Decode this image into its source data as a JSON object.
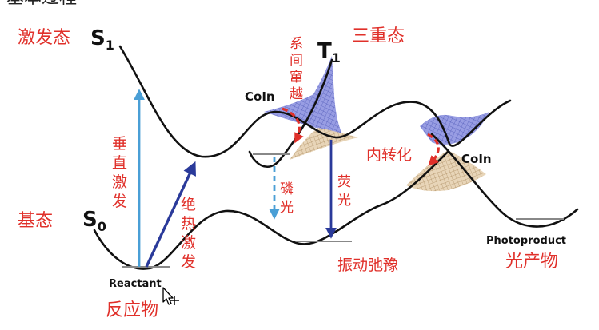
{
  "header_fragment": "基本过程",
  "states": {
    "s1_cn": "激发态",
    "s1_sym": "S",
    "s1_sub": "1",
    "t1_cn": "三重态",
    "t1_sym": "T",
    "t1_sub": "1",
    "s0_cn": "基态",
    "s0_sym": "S",
    "s0_sub": "0"
  },
  "processes": {
    "vertical_excitation": [
      "垂",
      "直",
      "激",
      "发"
    ],
    "adiabatic_excitation": [
      "绝",
      "热",
      "激",
      "发"
    ],
    "intersystem_crossing": [
      "系",
      "间",
      "窜",
      "越"
    ],
    "phosphorescence": [
      "磷",
      "光"
    ],
    "fluorescence": [
      "荧",
      "光"
    ],
    "internal_conversion": "内转化",
    "vibrational_relaxation": "振动弛豫"
  },
  "labels": {
    "coin_left": "CoIn",
    "coin_right": "CoIn",
    "reactant_en": "Reactant",
    "reactant_cn": "反应物",
    "photoproduct_en": "Photoproduct",
    "photoproduct_cn": "光产物"
  },
  "colors": {
    "annotation": "#e0302a",
    "vertical_arrow": "#4a9fd6",
    "adiabatic_arrow": "#2a3a9a",
    "fluorescence_arrow": "#2a3a9a",
    "phosphorescence_arrow": "#4a9fd6",
    "upper_cone": "#5a63c8",
    "lower_cone": "#c9a77a"
  },
  "icons": [
    "cursor-icon"
  ]
}
